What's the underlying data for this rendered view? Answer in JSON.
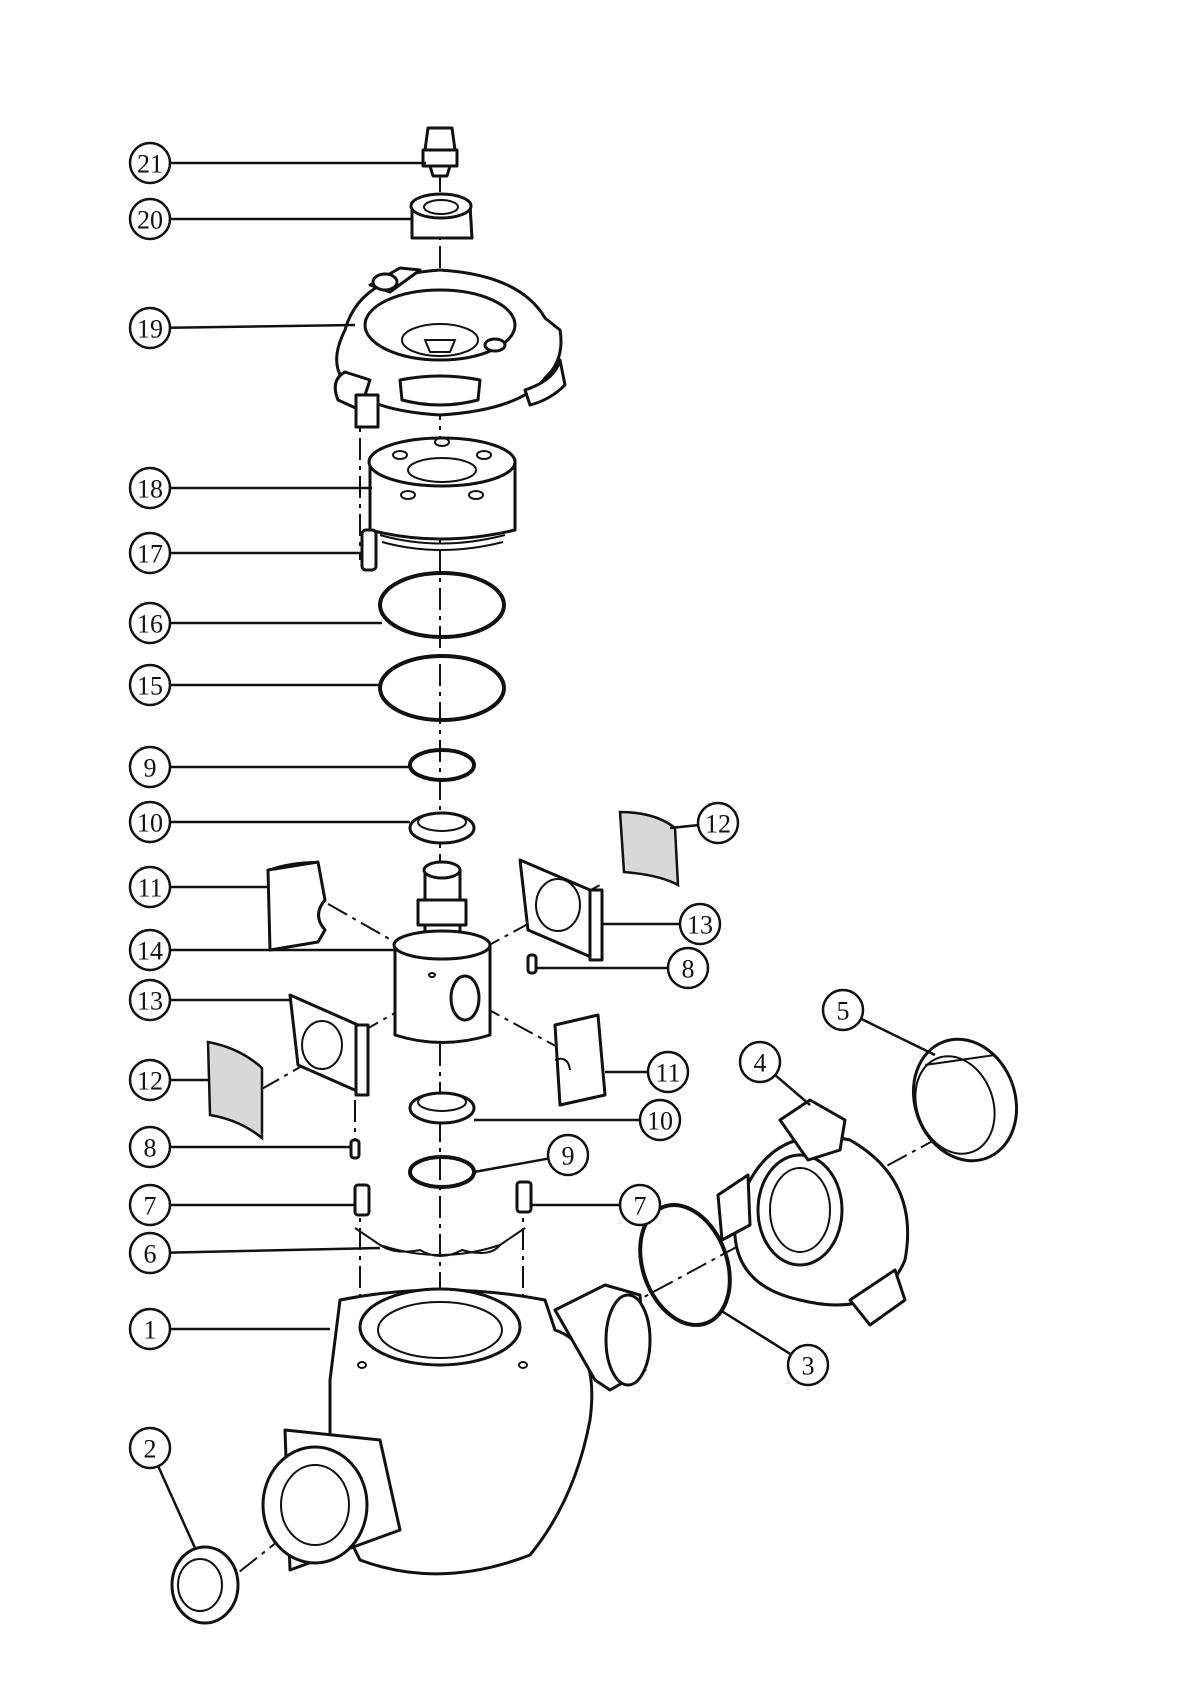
{
  "balloons": [
    {
      "id": "b21a",
      "label": "21"
    },
    {
      "id": "b20a",
      "label": "20"
    },
    {
      "id": "b19a",
      "label": "19"
    },
    {
      "id": "b18a",
      "label": "18"
    },
    {
      "id": "b17a",
      "label": "17"
    },
    {
      "id": "b16a",
      "label": "16"
    },
    {
      "id": "b15a",
      "label": "15"
    },
    {
      "id": "b9a",
      "label": "9"
    },
    {
      "id": "b10a",
      "label": "10"
    },
    {
      "id": "b12a",
      "label": "12"
    },
    {
      "id": "b11a",
      "label": "11"
    },
    {
      "id": "b13a",
      "label": "13"
    },
    {
      "id": "b14a",
      "label": "14"
    },
    {
      "id": "b8a",
      "label": "8"
    },
    {
      "id": "b13b",
      "label": "13"
    },
    {
      "id": "b5a",
      "label": "5"
    },
    {
      "id": "b4a",
      "label": "4"
    },
    {
      "id": "b12b",
      "label": "12"
    },
    {
      "id": "b11b",
      "label": "11"
    },
    {
      "id": "b10b",
      "label": "10"
    },
    {
      "id": "b8b",
      "label": "8"
    },
    {
      "id": "b9b",
      "label": "9"
    },
    {
      "id": "b7a",
      "label": "7"
    },
    {
      "id": "b7b",
      "label": "7"
    },
    {
      "id": "b6a",
      "label": "6"
    },
    {
      "id": "b1a",
      "label": "1"
    },
    {
      "id": "b3a",
      "label": "3"
    },
    {
      "id": "b2a",
      "label": "2"
    }
  ]
}
